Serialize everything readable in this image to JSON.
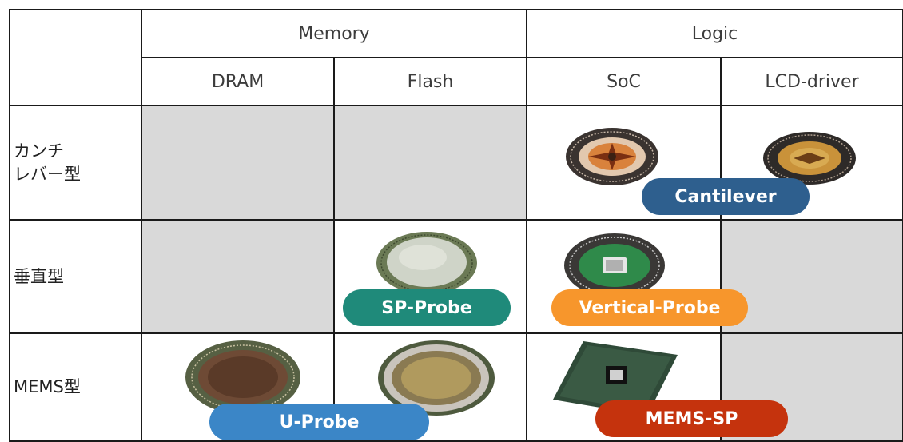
{
  "header": {
    "groups": [
      {
        "label": "Memory"
      },
      {
        "label": "Logic"
      }
    ],
    "columns": [
      {
        "label": "DRAM"
      },
      {
        "label": "Flash"
      },
      {
        "label": "SoC"
      },
      {
        "label": "LCD-driver"
      }
    ]
  },
  "rows": [
    {
      "label_line1": "カンチ",
      "label_line2": "レバー型"
    },
    {
      "label": "垂直型"
    },
    {
      "label": "MEMS型"
    }
  ],
  "badges": {
    "cantilever": {
      "label": "Cantilever",
      "color": "#2e5f8e"
    },
    "sp_probe": {
      "label": "SP-Probe",
      "color": "#1f8a7a"
    },
    "vertical_probe": {
      "label": "Vertical-Probe",
      "color": "#f7962c"
    },
    "u_probe": {
      "label": "U-Probe",
      "color": "#3b86c7"
    },
    "mems_sp": {
      "label": "MEMS-SP",
      "color": "#c5330d"
    }
  },
  "icons": {
    "empty_cell_color": "#d9d9d9",
    "images": [
      "cantilever-probe-card-soc",
      "cantilever-probe-card-lcd",
      "sp-probe-card-flash",
      "vertical-probe-card-soc",
      "u-probe-card-dram",
      "u-probe-card-flash",
      "mems-sp-probe-card-soc"
    ]
  }
}
